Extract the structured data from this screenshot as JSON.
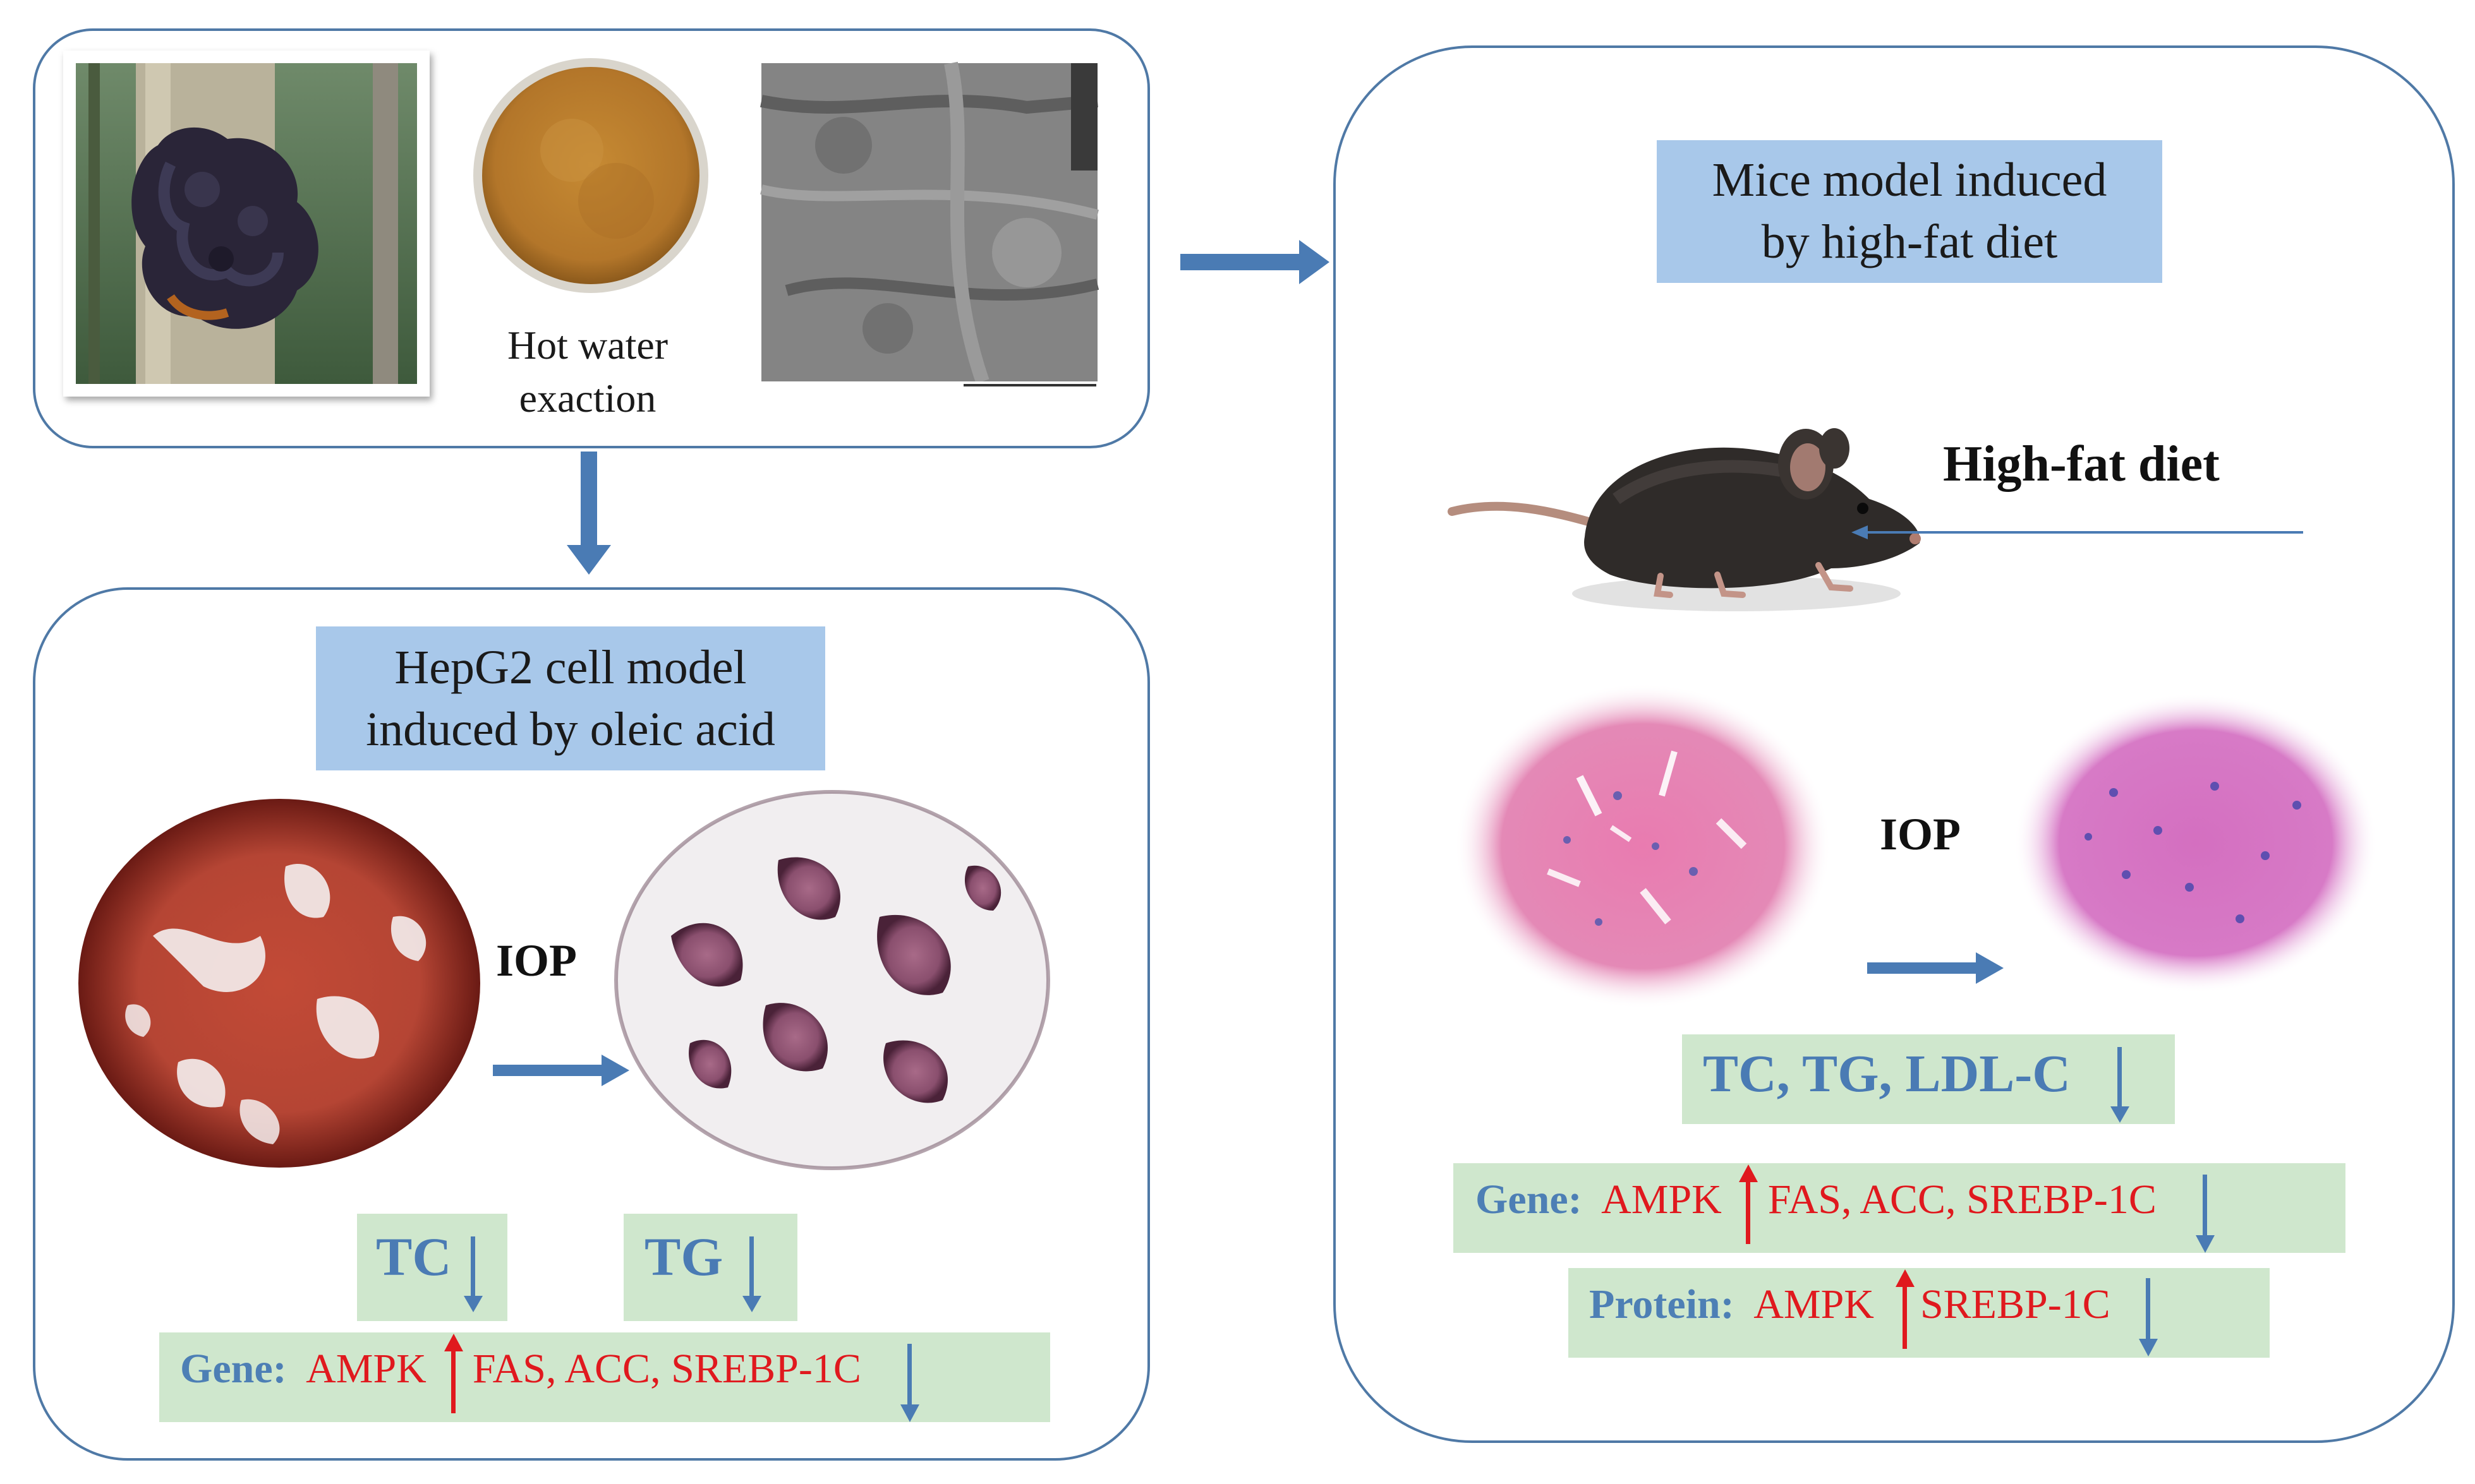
{
  "extraction": {
    "caption_line1": "Hot water",
    "caption_line2": "exaction"
  },
  "cell_panel": {
    "title_line1": "HepG2 cell model",
    "title_line2": "induced by oleic acid",
    "treatment": "IOP",
    "tc": "TC",
    "tg": "TG",
    "gene_label": "Gene:",
    "gene_up": "AMPK",
    "gene_down": "FAS, ACC, SREBP-1C"
  },
  "mice_panel": {
    "title_line1": "Mice model induced",
    "title_line2": "by high-fat diet",
    "diet_label": "High-fat diet",
    "treatment": "IOP",
    "lipids": "TC, TG, LDL-C",
    "gene_label": "Gene:",
    "gene_up": "AMPK",
    "gene_down": "FAS, ACC, SREBP-1C",
    "protein_label": "Protein:",
    "protein_up": "AMPK",
    "protein_down": "SREBP-1C"
  },
  "colors": {
    "panel_border": "#4f79a6",
    "arrow_blue": "#4a7bb4",
    "label_blue_bg": "#a8c8ea",
    "result_green_bg": "#cfe7cd",
    "up_red": "#e0191e"
  }
}
